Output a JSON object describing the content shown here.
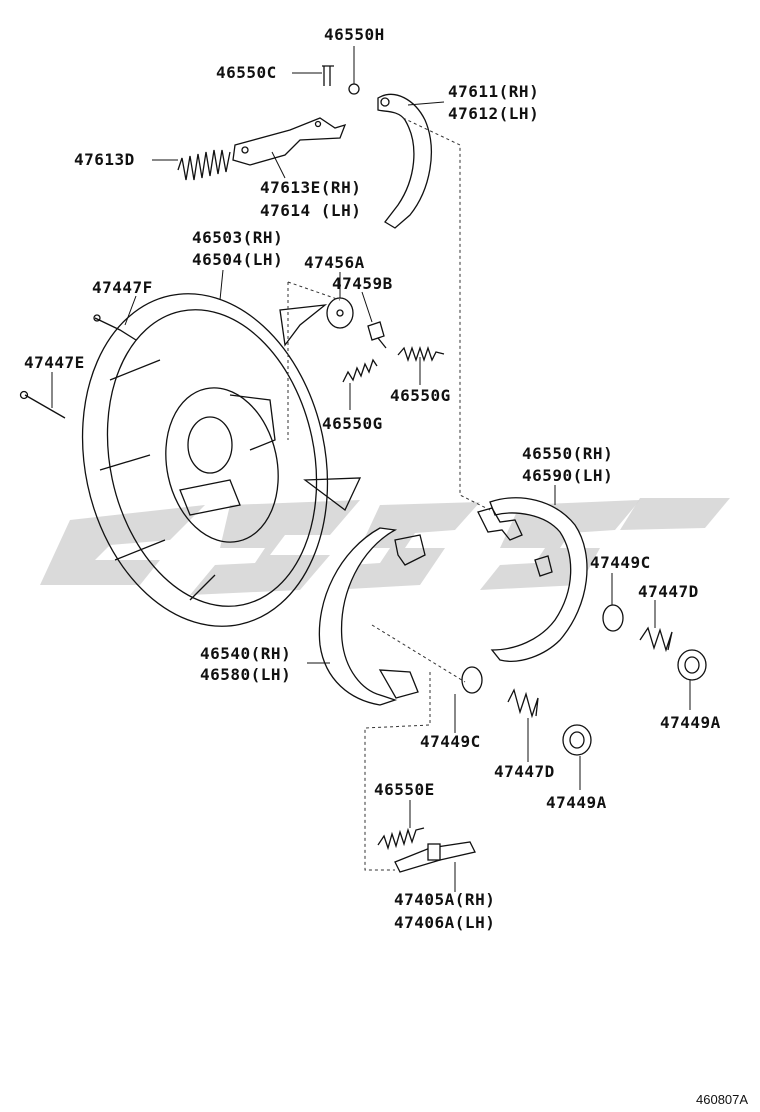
{
  "labels": {
    "p46550H": "46550H",
    "p46550C": "46550C",
    "p47611": "47611(RH)",
    "p47612": "47612(LH)",
    "p47613D": "47613D",
    "p47613E": "47613E(RH)",
    "p47614": "47614 (LH)",
    "p46503": "46503(RH)",
    "p46504": "46504(LH)",
    "p47456A": "47456A",
    "p47459B": "47459B",
    "p47447F": "47447F",
    "p47447E": "47447E",
    "p46550G_a": "46550G",
    "p46550G_b": "46550G",
    "p46550": "46550(RH)",
    "p46590": "46590(LH)",
    "p47449C_a": "47449C",
    "p47447D_a": "47447D",
    "p46540": "46540(RH)",
    "p46580": "46580(LH)",
    "p47449A_a": "47449A",
    "p47449C_b": "47449C",
    "p47447D_b": "47447D",
    "p47449A_b": "47449A",
    "p46550E": "46550E",
    "p47405A": "47405A(RH)",
    "p47406A": "47406A(LH)"
  },
  "figure_ref": "460807A"
}
